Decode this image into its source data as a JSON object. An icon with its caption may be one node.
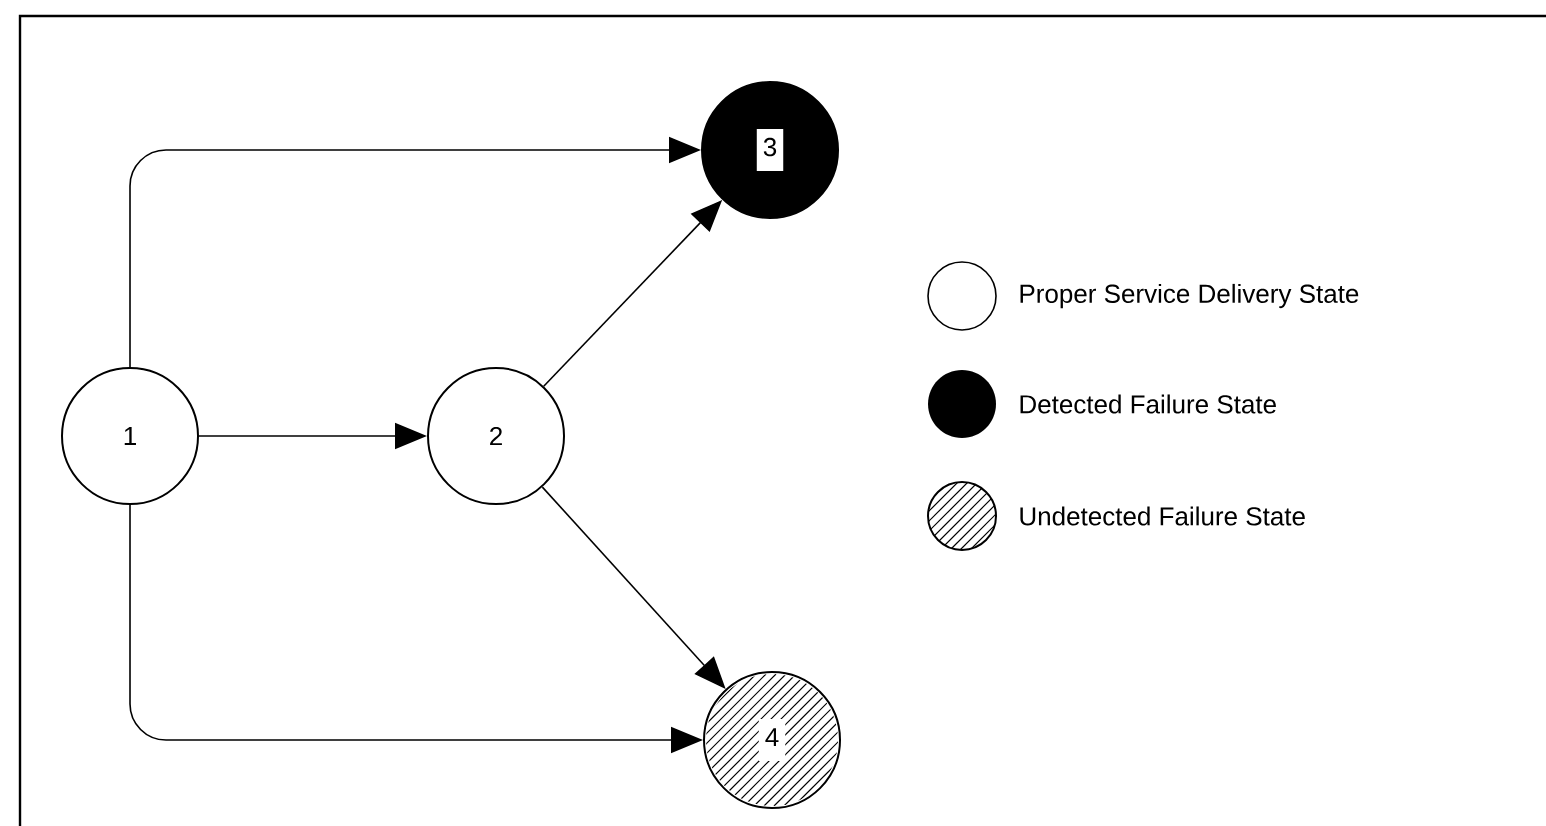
{
  "diagram": {
    "nodes": [
      {
        "text": [
          "1"
        ]
      },
      {
        "text": [
          "2"
        ]
      },
      {
        "text": [
          "3"
        ]
      },
      {
        "text": [
          "4"
        ]
      }
    ],
    "edges": [
      {
        "from": 0,
        "to": 2,
        "arrow": "to"
      },
      {
        "from": 0,
        "to": 1,
        "arrow": "to"
      },
      {
        "from": 1,
        "to": 2,
        "arrow": "to"
      },
      {
        "from": 1,
        "to": 3,
        "arrow": "to"
      },
      {
        "from": 0,
        "to": 3,
        "arrow": "to"
      }
    ],
    "legend": [
      {
        "text": "Proper Service Delivery State"
      },
      {
        "text": "Detected Failure State"
      },
      {
        "text": "Undetected Failure State"
      }
    ]
  }
}
